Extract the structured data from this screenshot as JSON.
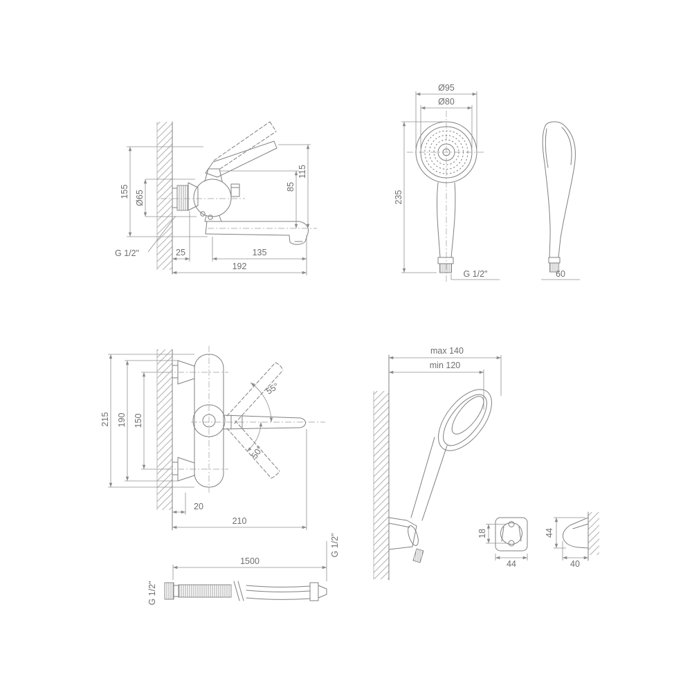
{
  "page": {
    "background": "#ffffff",
    "line_color": "#7f7f7f",
    "dim_color": "#8f8f8f",
    "text_color": "#6e6e6e"
  },
  "views": {
    "faucet_side": {
      "overall_height": "155",
      "body_diameter": "Ø65",
      "handle_height": "115",
      "pivot_height": "85",
      "thread": "G 1/2\"",
      "wall_offset": "25",
      "spout_length": "135",
      "total_reach": "192"
    },
    "handset_front": {
      "outer_diameter": "Ø95",
      "face_diameter": "Ø80",
      "length": "235",
      "thread": "G 1/2\""
    },
    "handset_side": {
      "width": "60"
    },
    "faucet_front": {
      "height_overall": "215",
      "height_flanges": "190",
      "centers": "150",
      "swing_up": "55°",
      "swing_down": "50°",
      "wall_gap": "20",
      "spout_reach": "210"
    },
    "holder": {
      "max_reach": "max 140",
      "min_reach": "min 120"
    },
    "bracket_front": {
      "hole_spacing": "18",
      "width": "44"
    },
    "bracket_side": {
      "height": "44",
      "depth": "40"
    },
    "hose": {
      "length": "1500",
      "thread_left": "G 1/2\"",
      "thread_right": "G 1/2\""
    }
  }
}
